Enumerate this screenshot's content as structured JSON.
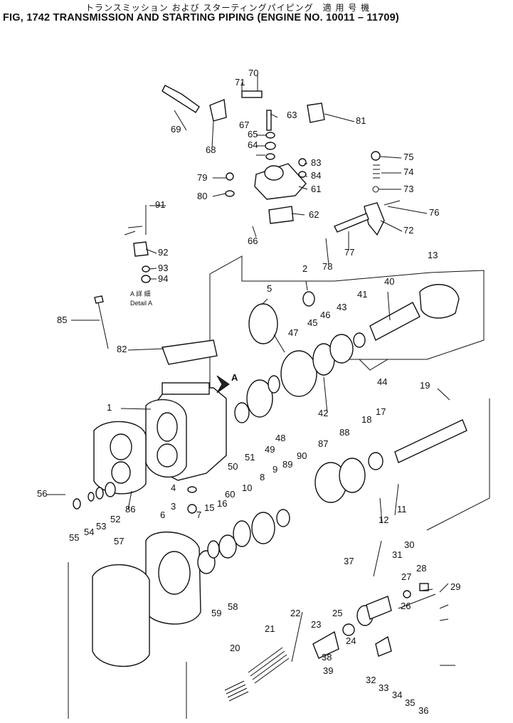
{
  "header": {
    "title_jp": "トランスミッション および スターティングパイピング　適 用 号 機",
    "title_en": "FIG, 1742  TRANSMISSION AND STARTING PIPING (ENGINE NO. 10011 – 11709)"
  },
  "detail": {
    "label_jp": "A 詳 細",
    "label_en": "Detail A",
    "arrow_label": "A"
  },
  "callouts": [
    "1",
    "2",
    "3",
    "4",
    "5",
    "6",
    "7",
    "8",
    "9",
    "10",
    "11",
    "12",
    "13",
    "15",
    "16",
    "17",
    "18",
    "19",
    "20",
    "21",
    "22",
    "23",
    "24",
    "25",
    "26",
    "27",
    "28",
    "29",
    "30",
    "31",
    "32",
    "33",
    "34",
    "35",
    "36",
    "37",
    "38",
    "39",
    "40",
    "41",
    "42",
    "43",
    "44",
    "45",
    "46",
    "47",
    "48",
    "49",
    "50",
    "51",
    "52",
    "53",
    "54",
    "55",
    "56",
    "57",
    "58",
    "59",
    "60",
    "61",
    "62",
    "63",
    "64",
    "65",
    "66",
    "67",
    "68",
    "69",
    "70",
    "71",
    "72",
    "73",
    "74",
    "75",
    "76",
    "77",
    "78",
    "79",
    "80",
    "81",
    "82",
    "83",
    "84",
    "85",
    "86",
    "87",
    "88",
    "89",
    "90",
    "91",
    "92",
    "93",
    "94"
  ]
}
